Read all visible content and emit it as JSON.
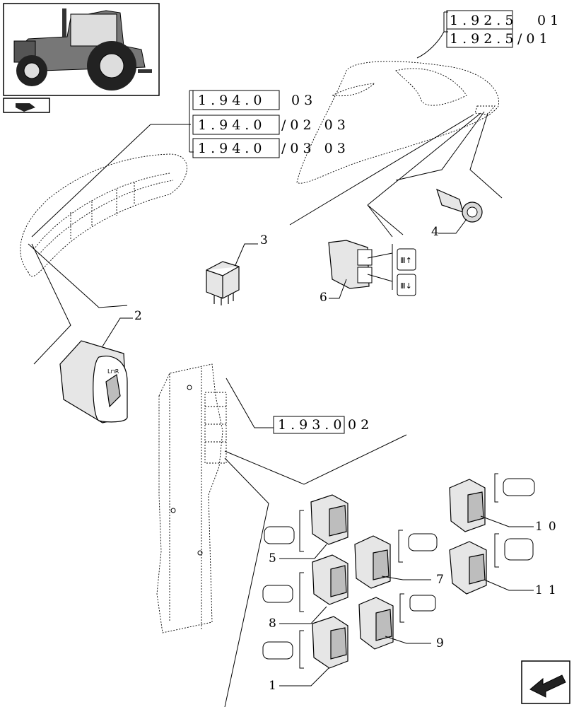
{
  "references": [
    {
      "boxed": "1.92.5",
      "suffix": "01"
    },
    {
      "boxed": "1.92.5",
      "suffix": "/01"
    },
    {
      "boxed": "1.94.0",
      "suffix": "03"
    },
    {
      "boxed": "1.94.0",
      "suffix": "/02 03"
    },
    {
      "boxed": "1.94.0",
      "suffix": "/03 03"
    },
    {
      "boxed": "1.93.0",
      "suffix": "02"
    }
  ],
  "callouts": [
    "1",
    "2",
    "3",
    "4",
    "5",
    "6",
    "7",
    "8",
    "9",
    "10",
    "11"
  ],
  "icons": {
    "thumbnail": "tractor-icon",
    "thumbnail_badge": "location-pointer-icon",
    "nav_arrow": "back-arrow-icon"
  }
}
